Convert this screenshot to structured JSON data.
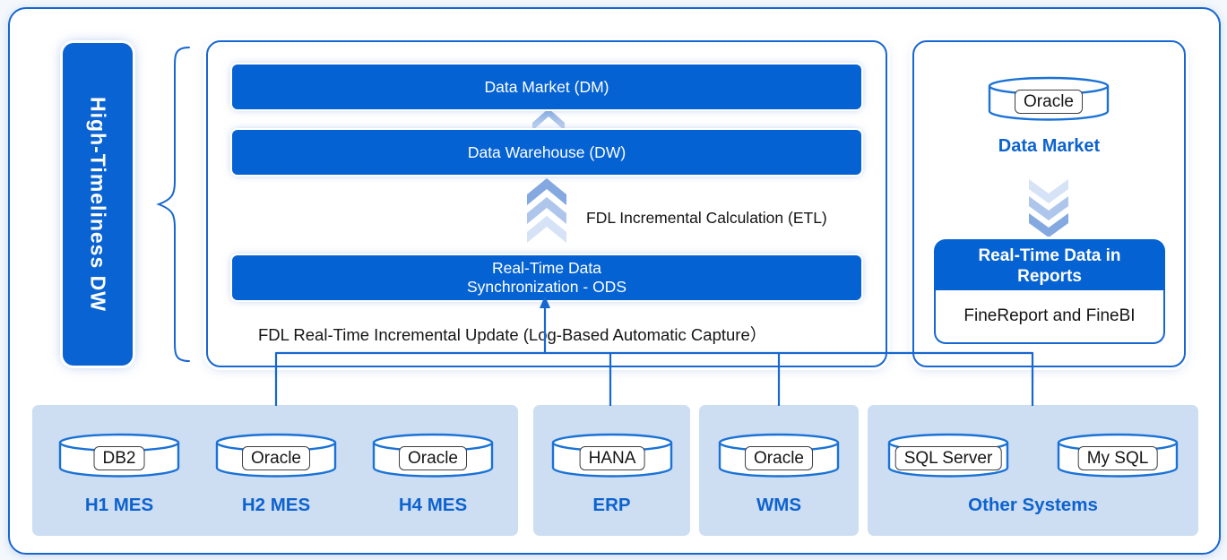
{
  "left_banner": {
    "title": "High-Timeliness DW"
  },
  "dw_panel": {
    "dm_label": "Data Market (DM)",
    "dw_label": "Data Warehouse (DW)",
    "etl_caption": "FDL Incremental Calculation (ETL)",
    "ods_line1": "Real-Time Data",
    "ods_line2": "Synchronization - ODS",
    "update_caption": "FDL Real-Time Incremental Update (Log-Based Automatic Capture）"
  },
  "report_panel": {
    "db": "Oracle",
    "db_caption": "Data Market",
    "header": "Real-Time Data in Reports",
    "body": "FineReport and FineBI"
  },
  "sources": {
    "mes_group": {
      "systems": [
        {
          "db": "DB2",
          "name": "H1 MES"
        },
        {
          "db": "Oracle",
          "name": "H2 MES"
        },
        {
          "db": "Oracle",
          "name": "H4 MES"
        }
      ]
    },
    "erp_group": {
      "db": "HANA",
      "name": "ERP"
    },
    "wms_group": {
      "db": "Oracle",
      "name": "WMS"
    },
    "other_group": {
      "label": "Other Systems",
      "dbs": [
        "SQL Server",
        "My SQL"
      ]
    }
  },
  "icons": {
    "up_arrow": "chevron-up-arrow",
    "down_arrow": "chevron-down-arrow",
    "database": "database-cylinder",
    "brace": "curly-brace"
  },
  "colors": {
    "primary_blue": "#0562d2",
    "border_blue": "#1767d1",
    "light_box_blue": "#cdddf2",
    "label_blue": "#0d63ce",
    "chevron_dark": "#84a9e0",
    "chevron_mid": "#aec6ec",
    "chevron_light": "#d6e2f6"
  }
}
